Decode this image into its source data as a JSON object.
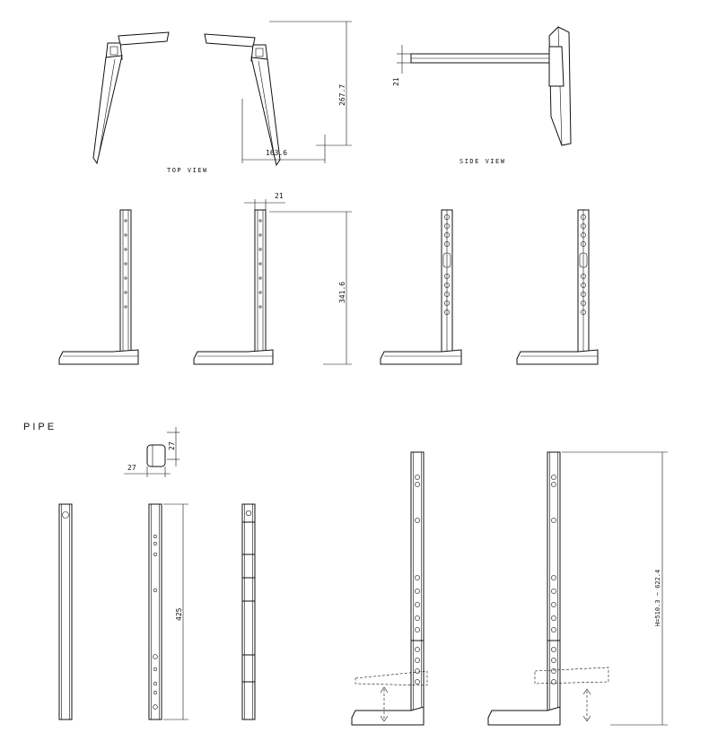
{
  "labels": {
    "top_view": "TOP VIEW",
    "side_view": "SIDE VIEW",
    "pipe": "PIPE"
  },
  "dimensions": {
    "base_height": "267.7",
    "base_width": "163.6",
    "side_thickness": "21",
    "stand_width": "21",
    "stand_height": "341.6",
    "pipe_width": "27",
    "pipe_depth": "27",
    "pipe_length": "425",
    "total_height": "H=510.3 ~ 622.4"
  }
}
